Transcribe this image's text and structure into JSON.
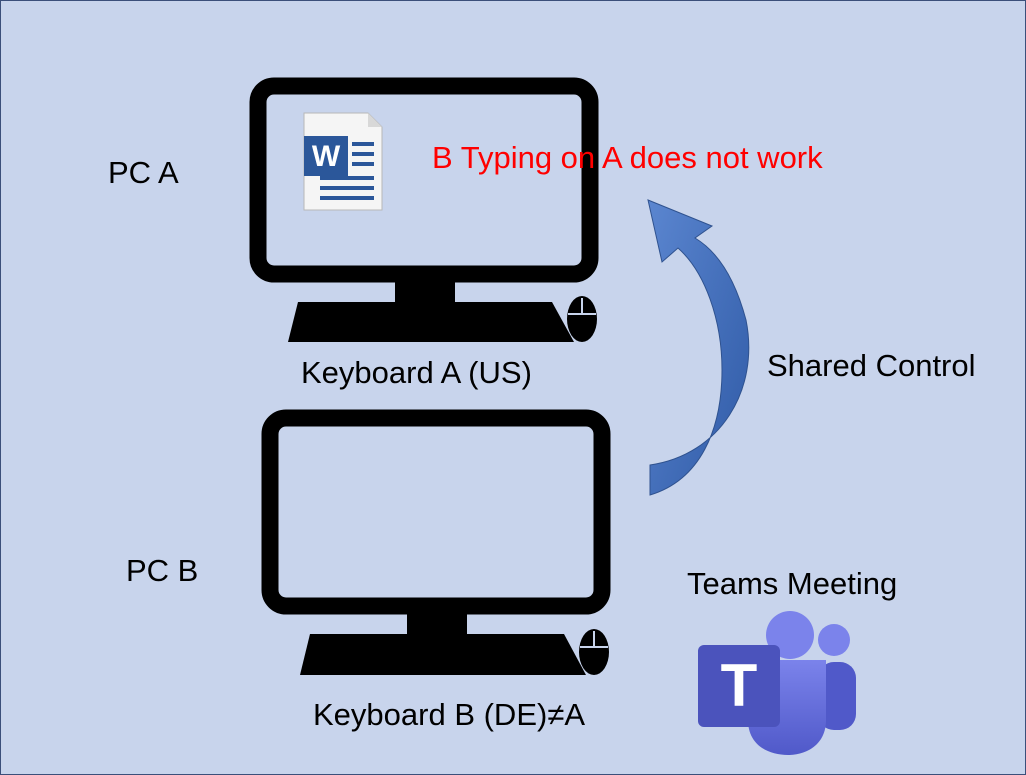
{
  "diagram": {
    "pc_a_label": "PC A",
    "pc_b_label": "PC B",
    "keyboard_a_label": "Keyboard A (US)",
    "keyboard_b_label": "Keyboard B (DE)≠A",
    "error_message": "B Typing on A does not work",
    "arrow_label": "Shared Control",
    "teams_label": "Teams Meeting",
    "word_icon_letter": "W",
    "teams_icon_letter": "T"
  },
  "colors": {
    "background": "#c8d4ec",
    "border": "#3b4f7a",
    "monitor": "#000000",
    "error_text": "#ff0000",
    "arrow": "#4472c4",
    "word_blue": "#2b579a",
    "teams_purple": "#5b5fc7"
  }
}
